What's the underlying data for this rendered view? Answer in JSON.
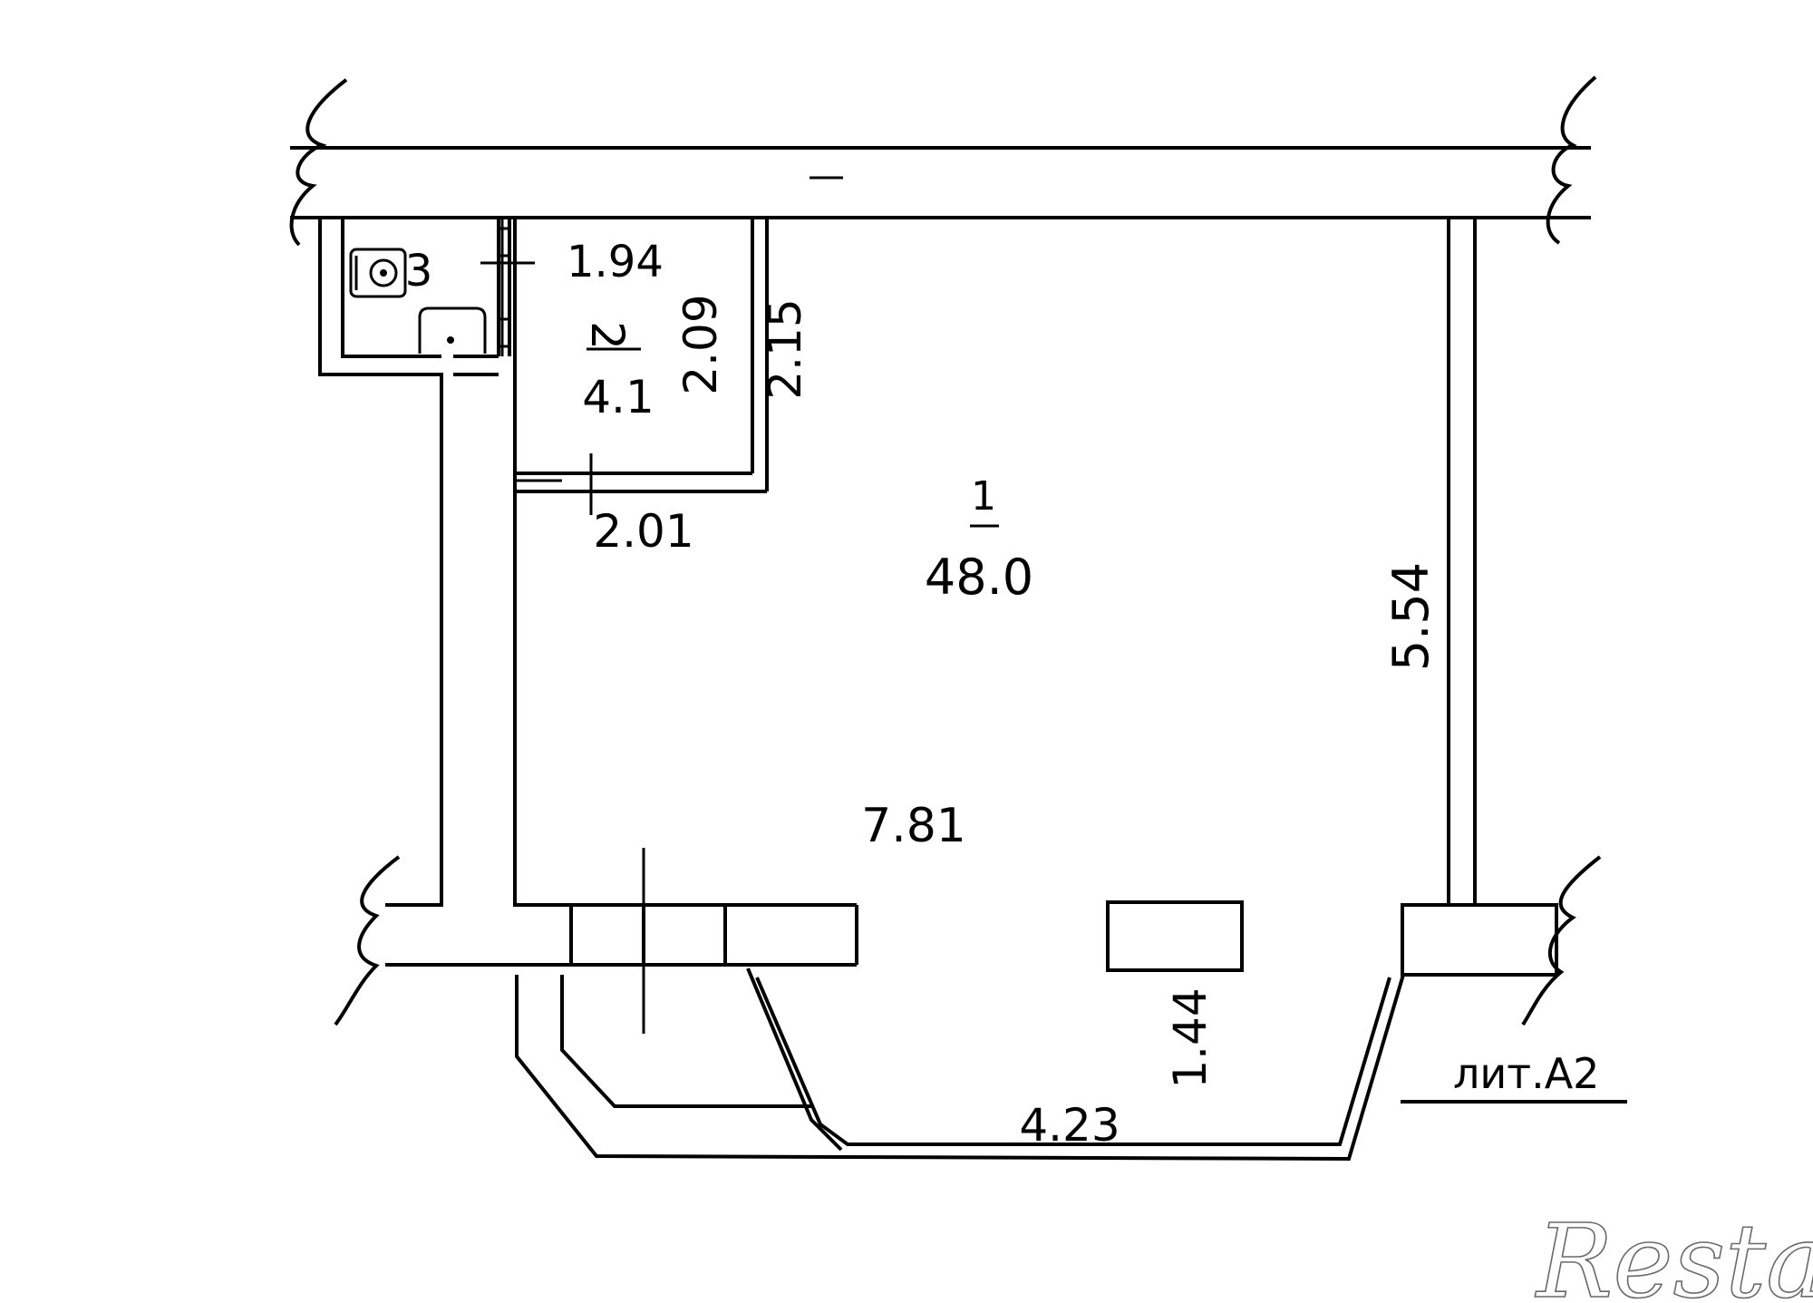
{
  "rooms": [
    {
      "number": "1",
      "area": "48.0"
    },
    {
      "number": "2",
      "area": "4.1"
    },
    {
      "number": "3"
    }
  ],
  "dimensions": {
    "d_1_94": "1.94",
    "d_2_09": "2.09",
    "d_2_15": "2.15",
    "d_2_01": "2.01",
    "d_5_54": "5.54",
    "d_7_81": "7.81",
    "d_1_44": "1.44",
    "d_4_23": "4.23"
  },
  "building_label": "лит.А2",
  "watermark": "Restate",
  "colors": {
    "ink": "#000000",
    "paper": "#ffffff",
    "watermark": "#6a6a6a"
  }
}
